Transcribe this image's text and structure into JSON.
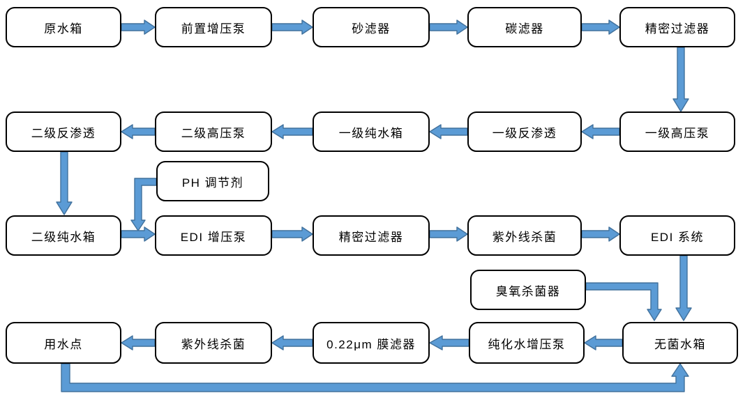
{
  "colors": {
    "arrow_fill": "#5B9BD5",
    "arrow_stroke": "#41719C",
    "box_border": "#000000",
    "box_bg": "#FFFFFF",
    "text": "#000000",
    "canvas_bg": "#FFFFFF"
  },
  "nodes": {
    "raw_water_tank": {
      "label": "原水箱"
    },
    "pre_booster_pump": {
      "label": "前置增压泵"
    },
    "sand_filter": {
      "label": "砂滤器"
    },
    "carbon_filter": {
      "label": "碳滤器"
    },
    "precision_filter_1": {
      "label": "精密过滤器"
    },
    "stage1_high_pressure_pump": {
      "label": "一级高压泵"
    },
    "stage1_ro": {
      "label": "一级反渗透"
    },
    "stage1_pure_water_tank": {
      "label": "一级纯水箱"
    },
    "stage2_high_pressure_pump": {
      "label": "二级高压泵"
    },
    "stage2_ro": {
      "label": "二级反渗透"
    },
    "ph_adjuster": {
      "label": "PH 调节剂"
    },
    "stage2_pure_water_tank": {
      "label": "二级纯水箱"
    },
    "edi_booster_pump": {
      "label": "EDI 增压泵"
    },
    "precision_filter_2": {
      "label": "精密过滤器"
    },
    "uv_sterilizer_1": {
      "label": "紫外线杀菌"
    },
    "edi_system": {
      "label": "EDI 系统"
    },
    "ozone_sterilizer": {
      "label": "臭氧杀菌器"
    },
    "sterile_water_tank": {
      "label": "无菌水箱"
    },
    "purified_water_booster_pump": {
      "label": "纯化水增压泵"
    },
    "membrane_filter": {
      "label": "0.22μm 膜滤器"
    },
    "uv_sterilizer_2": {
      "label": "紫外线杀菌"
    },
    "point_of_use": {
      "label": "用水点"
    }
  },
  "edges": [
    {
      "from": "raw_water_tank",
      "to": "pre_booster_pump"
    },
    {
      "from": "pre_booster_pump",
      "to": "sand_filter"
    },
    {
      "from": "sand_filter",
      "to": "carbon_filter"
    },
    {
      "from": "carbon_filter",
      "to": "precision_filter_1"
    },
    {
      "from": "precision_filter_1",
      "to": "stage1_high_pressure_pump"
    },
    {
      "from": "stage1_high_pressure_pump",
      "to": "stage1_ro"
    },
    {
      "from": "stage1_ro",
      "to": "stage1_pure_water_tank"
    },
    {
      "from": "stage1_pure_water_tank",
      "to": "stage2_high_pressure_pump"
    },
    {
      "from": "stage2_high_pressure_pump",
      "to": "stage2_ro"
    },
    {
      "from": "stage2_ro",
      "to": "stage2_pure_water_tank"
    },
    {
      "from": "ph_adjuster",
      "to": "edi_booster_pump"
    },
    {
      "from": "stage2_pure_water_tank",
      "to": "edi_booster_pump"
    },
    {
      "from": "edi_booster_pump",
      "to": "precision_filter_2"
    },
    {
      "from": "precision_filter_2",
      "to": "uv_sterilizer_1"
    },
    {
      "from": "uv_sterilizer_1",
      "to": "edi_system"
    },
    {
      "from": "edi_system",
      "to": "sterile_water_tank"
    },
    {
      "from": "ozone_sterilizer",
      "to": "sterile_water_tank"
    },
    {
      "from": "sterile_water_tank",
      "to": "purified_water_booster_pump"
    },
    {
      "from": "purified_water_booster_pump",
      "to": "membrane_filter"
    },
    {
      "from": "membrane_filter",
      "to": "uv_sterilizer_2"
    },
    {
      "from": "uv_sterilizer_2",
      "to": "point_of_use"
    },
    {
      "from": "point_of_use",
      "to": "sterile_water_tank"
    }
  ]
}
